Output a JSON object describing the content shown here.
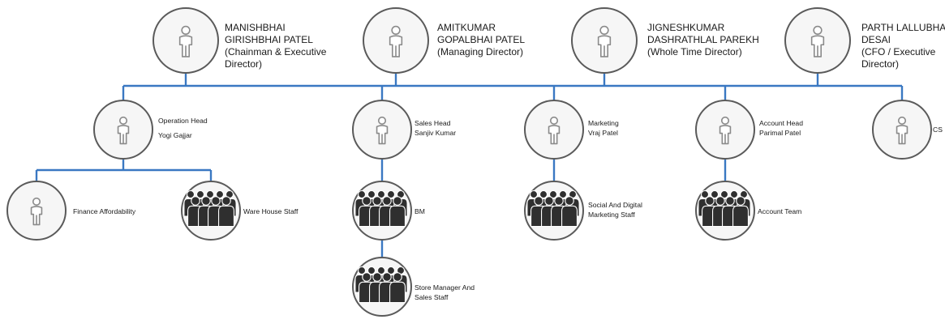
{
  "directors": [
    {
      "lines": [
        "MANISHBHAI",
        "GIRISHBHAI PATEL",
        "(Chainman & Executive",
        "Director)"
      ]
    },
    {
      "lines": [
        "AMITKUMAR",
        "GOPALBHAI PATEL",
        "(Managing Director)"
      ]
    },
    {
      "lines": [
        "JIGNESHKUMAR",
        "DASHRATHLAL PAREKH",
        "(Whole Time Director)"
      ]
    },
    {
      "lines": [
        "PARTH LALLUBHAI",
        "DESAI",
        "(CFO / Executive",
        "Director)"
      ]
    }
  ],
  "heads": [
    {
      "lines": [
        "Operation Head",
        "Yogi Gajjar"
      ]
    },
    {
      "lines": [
        "Sales Head",
        "Sanjiv Kumar"
      ]
    },
    {
      "lines": [
        "Marketing",
        "Vraj Patel"
      ]
    },
    {
      "lines": [
        "Account Head",
        "Parimal Patel"
      ]
    },
    {
      "lines": [
        "CS"
      ]
    }
  ],
  "staff": [
    {
      "lines": [
        "Finance Affordability"
      ],
      "icon": "person-icon"
    },
    {
      "lines": [
        "Ware House Staff"
      ],
      "icon": "group-icon"
    },
    {
      "lines": [
        "BM"
      ],
      "icon": "group-icon"
    },
    {
      "lines": [
        "Store Manager And",
        "Sales Staff"
      ],
      "icon": "group-icon"
    },
    {
      "lines": [
        "Social And Digital",
        "Marketing Staff"
      ],
      "icon": "group-icon"
    },
    {
      "lines": [
        "Account Team"
      ],
      "icon": "group-icon"
    }
  ],
  "colors": {
    "connector": "#3a78c2",
    "circle_stroke": "#5a5a5a",
    "circle_fill": "#f6f6f6",
    "group_fill": "#2f2f2f",
    "person_stroke": "#8a8a8a"
  }
}
